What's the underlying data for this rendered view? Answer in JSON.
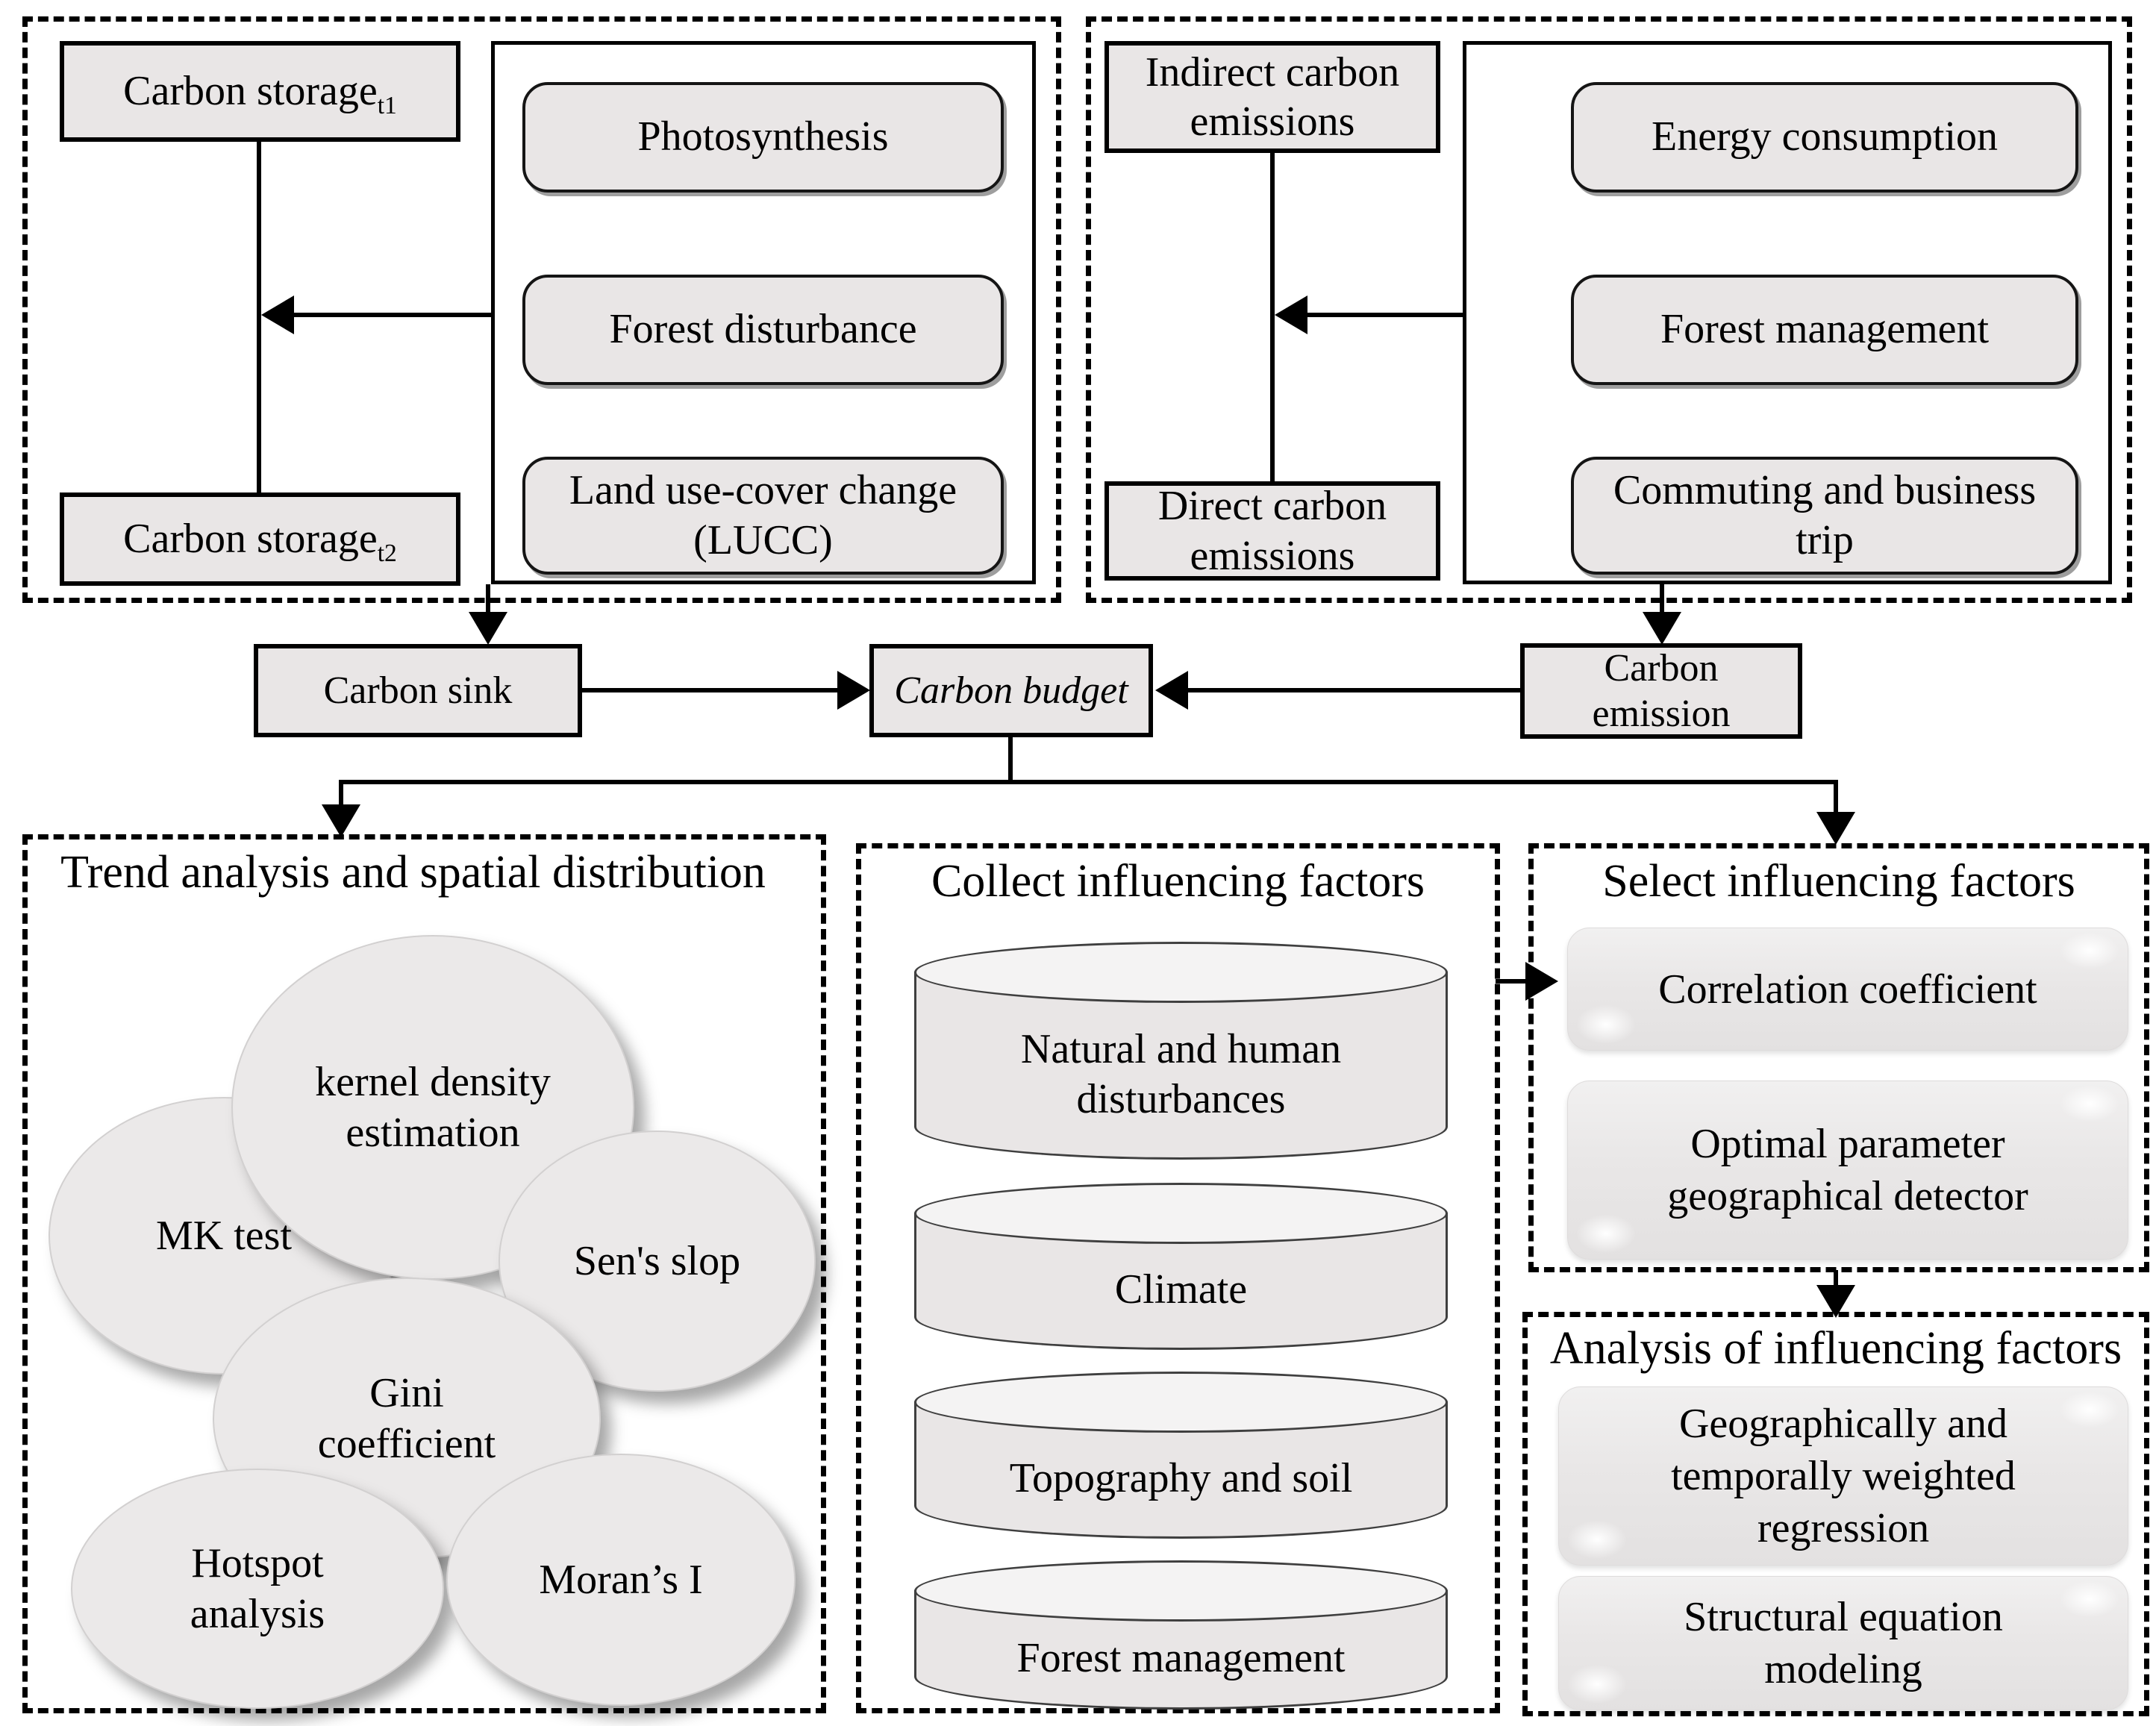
{
  "colors": {
    "box_fill": "#e9e6e6",
    "border": "#000000",
    "cylinder_cap": "#f4f3f3",
    "background": "#ffffff"
  },
  "top_left_panel": {
    "storage_t1": {
      "label": "Carbon storage",
      "sub": "t1"
    },
    "storage_t2": {
      "label": "Carbon storage",
      "sub": "t2"
    },
    "processes": [
      "Photosynthesis",
      "Forest disturbance",
      "Land use-cover change (LUCC)"
    ]
  },
  "top_right_panel": {
    "indirect": "Indirect carbon emissions",
    "direct": "Direct carbon emissions",
    "processes": [
      "Energy consumption",
      "Forest management",
      "Commuting and business trip"
    ]
  },
  "middle_row": {
    "carbon_sink": "Carbon sink",
    "carbon_budget": "Carbon budget",
    "carbon_emission": "Carbon emission"
  },
  "trend_panel": {
    "title": "Trend analysis and spatial distribution",
    "methods": [
      "kernel density estimation",
      "MK test",
      "Sen's slop",
      "Gini coefficient",
      "Hotspot analysis",
      "Moran’s I"
    ]
  },
  "collect_panel": {
    "title": "Collect influencing factors",
    "factors": [
      "Natural and human disturbances",
      "Climate",
      "Topography and soil",
      "Forest management"
    ]
  },
  "select_panel": {
    "title": "Select influencing factors",
    "methods": [
      "Correlation coefficient",
      "Optimal parameter geographical detector"
    ]
  },
  "analysis_panel": {
    "title": "Analysis of influencing factors",
    "methods": [
      "Geographically and temporally weighted regression",
      "Structural equation modeling"
    ]
  }
}
